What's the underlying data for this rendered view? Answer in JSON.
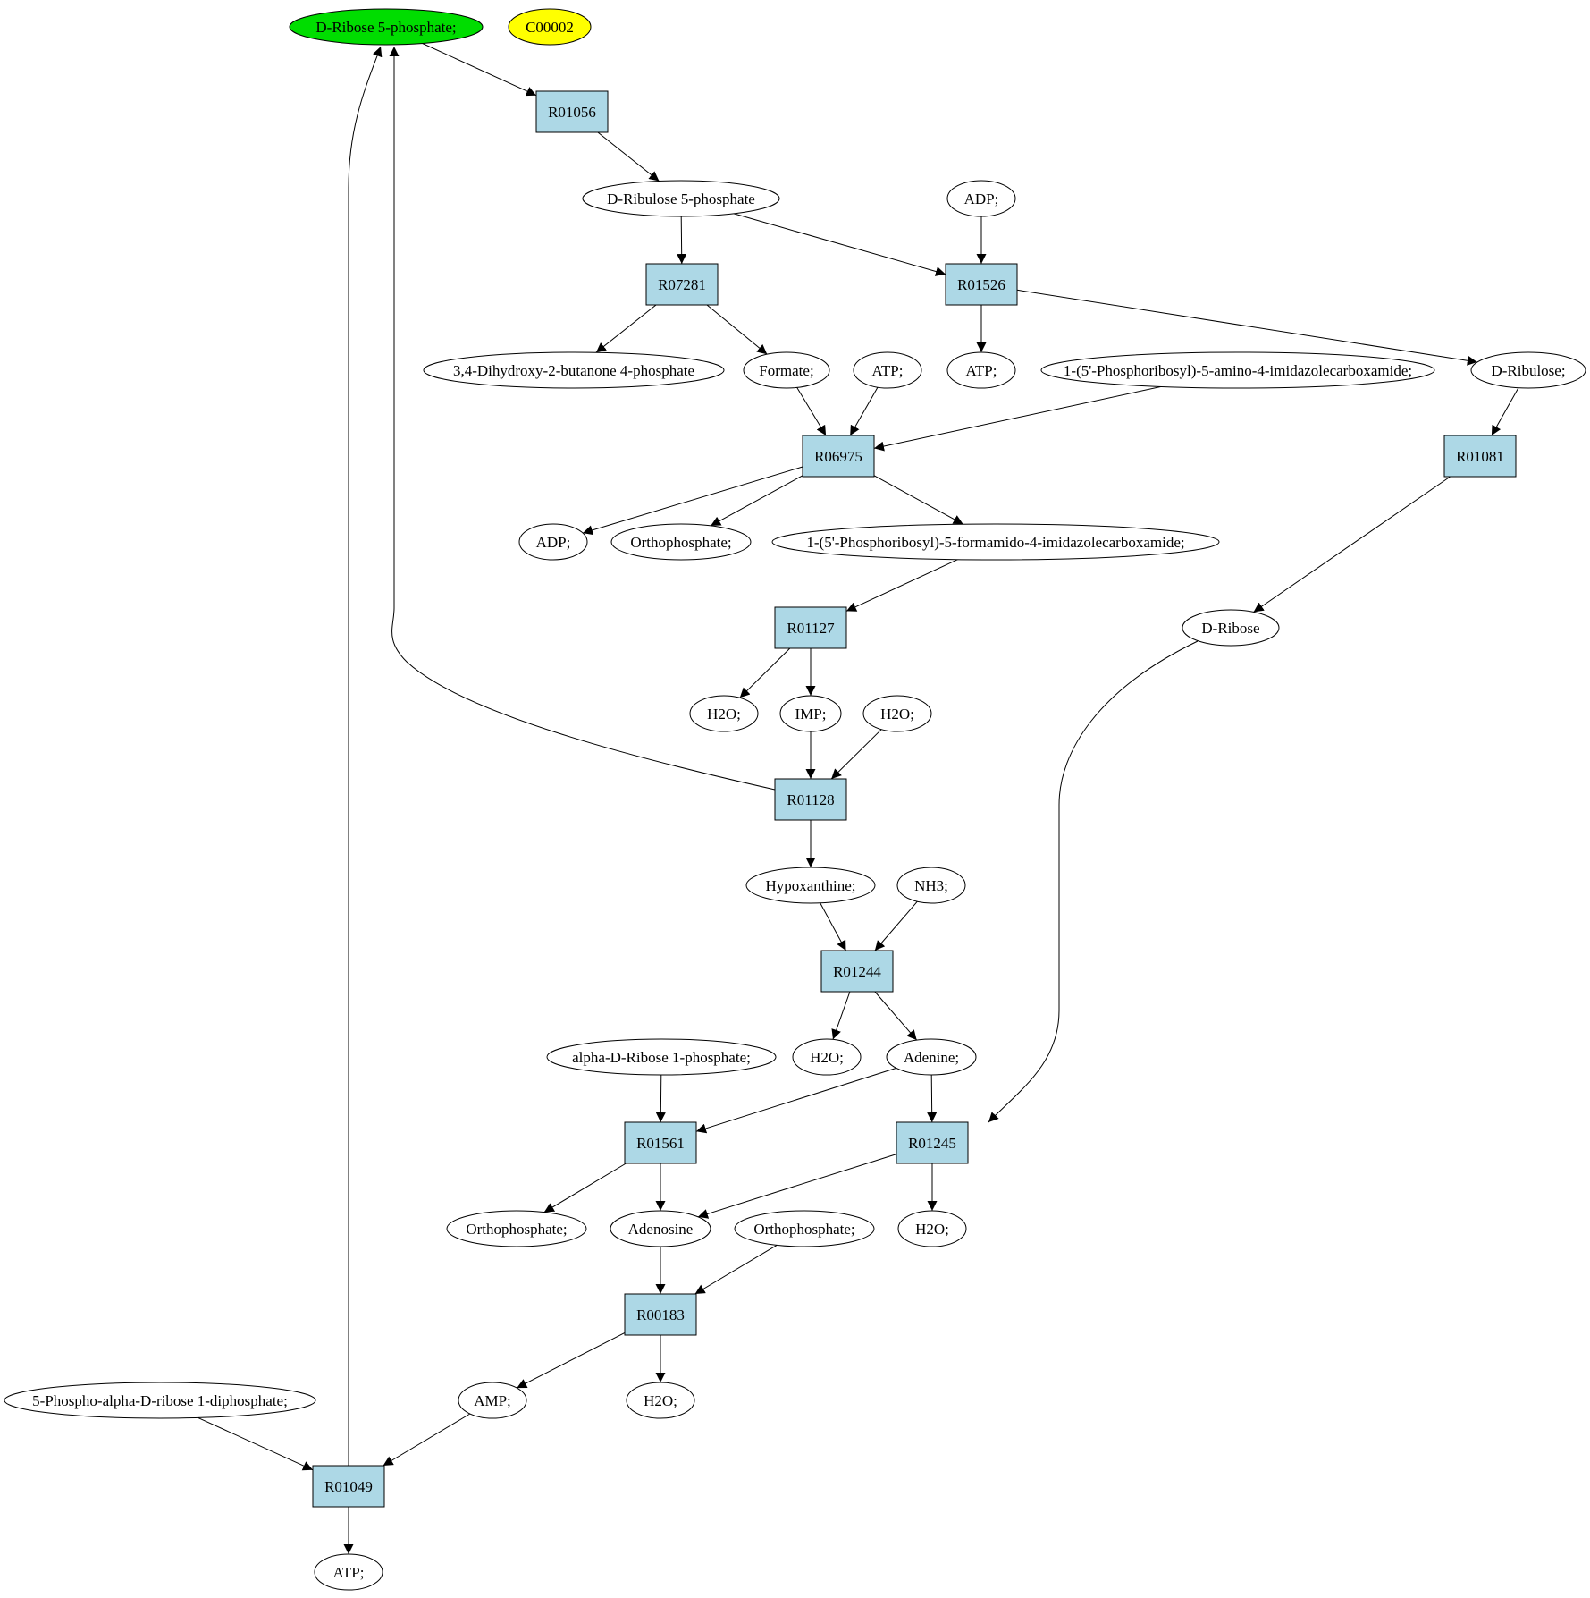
{
  "colors": {
    "background": "#ffffff",
    "compound_fill": "#ffffff",
    "highlight_compound_fill": "#00dd00",
    "query_compound_fill": "#ffff00",
    "reaction_fill": "#add8e6",
    "stroke": "#000000"
  },
  "nodes": [
    {
      "id": "ribose5p",
      "kind": "compound",
      "label": "D-Ribose 5-phosphate;",
      "color": "#00dd00"
    },
    {
      "id": "c00002",
      "kind": "compound",
      "label": "C00002",
      "color": "#ffff00"
    },
    {
      "id": "r01056",
      "kind": "reaction",
      "label": "R01056"
    },
    {
      "id": "ribulose5p",
      "kind": "compound",
      "label": "D-Ribulose 5-phosphate"
    },
    {
      "id": "adp_top",
      "kind": "compound",
      "label": "ADP;"
    },
    {
      "id": "r07281",
      "kind": "reaction",
      "label": "R07281"
    },
    {
      "id": "r01526",
      "kind": "reaction",
      "label": "R01526"
    },
    {
      "id": "dhbp",
      "kind": "compound",
      "label": "3,4-Dihydroxy-2-butanone 4-phosphate"
    },
    {
      "id": "formate",
      "kind": "compound",
      "label": "Formate;"
    },
    {
      "id": "atp_mid",
      "kind": "compound",
      "label": "ATP;"
    },
    {
      "id": "atp_right",
      "kind": "compound",
      "label": "ATP;"
    },
    {
      "id": "aicar",
      "kind": "compound",
      "label": "1-(5'-Phosphoribosyl)-5-amino-4-imidazolecarboxamide;"
    },
    {
      "id": "ribulose",
      "kind": "compound",
      "label": "D-Ribulose;"
    },
    {
      "id": "r06975",
      "kind": "reaction",
      "label": "R06975"
    },
    {
      "id": "r01081",
      "kind": "reaction",
      "label": "R01081"
    },
    {
      "id": "adp_mid",
      "kind": "compound",
      "label": "ADP;"
    },
    {
      "id": "ortho1",
      "kind": "compound",
      "label": "Orthophosphate;"
    },
    {
      "id": "faicar",
      "kind": "compound",
      "label": "1-(5'-Phosphoribosyl)-5-formamido-4-imidazolecarboxamide;"
    },
    {
      "id": "r01127",
      "kind": "reaction",
      "label": "R01127"
    },
    {
      "id": "dribose",
      "kind": "compound",
      "label": "D-Ribose"
    },
    {
      "id": "h2o_a",
      "kind": "compound",
      "label": "H2O;"
    },
    {
      "id": "imp",
      "kind": "compound",
      "label": "IMP;"
    },
    {
      "id": "h2o_b",
      "kind": "compound",
      "label": "H2O;"
    },
    {
      "id": "r01128",
      "kind": "reaction",
      "label": "R01128"
    },
    {
      "id": "hypox",
      "kind": "compound",
      "label": "Hypoxanthine;"
    },
    {
      "id": "nh3",
      "kind": "compound",
      "label": "NH3;"
    },
    {
      "id": "r01244",
      "kind": "reaction",
      "label": "R01244"
    },
    {
      "id": "h2o_c",
      "kind": "compound",
      "label": "H2O;"
    },
    {
      "id": "adenine",
      "kind": "compound",
      "label": "Adenine;"
    },
    {
      "id": "ar1p",
      "kind": "compound",
      "label": "alpha-D-Ribose 1-phosphate;"
    },
    {
      "id": "r01561",
      "kind": "reaction",
      "label": "R01561"
    },
    {
      "id": "r01245",
      "kind": "reaction",
      "label": "R01245"
    },
    {
      "id": "ortho2",
      "kind": "compound",
      "label": "Orthophosphate;"
    },
    {
      "id": "adenosine",
      "kind": "compound",
      "label": "Adenosine"
    },
    {
      "id": "ortho3",
      "kind": "compound",
      "label": "Orthophosphate;"
    },
    {
      "id": "h2o_d",
      "kind": "compound",
      "label": "H2O;"
    },
    {
      "id": "r00183",
      "kind": "reaction",
      "label": "R00183"
    },
    {
      "id": "prpp",
      "kind": "compound",
      "label": "5-Phospho-alpha-D-ribose 1-diphosphate;"
    },
    {
      "id": "amp",
      "kind": "compound",
      "label": "AMP;"
    },
    {
      "id": "h2o_e",
      "kind": "compound",
      "label": "H2O;"
    },
    {
      "id": "r01049",
      "kind": "reaction",
      "label": "R01049"
    },
    {
      "id": "atp_bottom",
      "kind": "compound",
      "label": "ATP;"
    }
  ],
  "edges": [
    {
      "from": "ribose5p",
      "to": "r01056"
    },
    {
      "from": "r01056",
      "to": "ribulose5p"
    },
    {
      "from": "ribulose5p",
      "to": "r07281"
    },
    {
      "from": "ribulose5p",
      "to": "r01526"
    },
    {
      "from": "adp_top",
      "to": "r01526"
    },
    {
      "from": "r07281",
      "to": "dhbp"
    },
    {
      "from": "r07281",
      "to": "formate"
    },
    {
      "from": "r01526",
      "to": "atp_right"
    },
    {
      "from": "r01526",
      "to": "ribulose"
    },
    {
      "from": "formate",
      "to": "r06975"
    },
    {
      "from": "atp_mid",
      "to": "r06975"
    },
    {
      "from": "aicar",
      "to": "r06975"
    },
    {
      "from": "ribulose",
      "to": "r01081"
    },
    {
      "from": "r06975",
      "to": "adp_mid"
    },
    {
      "from": "r06975",
      "to": "ortho1"
    },
    {
      "from": "r06975",
      "to": "faicar"
    },
    {
      "from": "r01081",
      "to": "dribose"
    },
    {
      "from": "faicar",
      "to": "r01127"
    },
    {
      "from": "r01127",
      "to": "h2o_a"
    },
    {
      "from": "r01127",
      "to": "imp"
    },
    {
      "from": "imp",
      "to": "r01128"
    },
    {
      "from": "h2o_b",
      "to": "r01128"
    },
    {
      "from": "r01128",
      "to": "ribose5p"
    },
    {
      "from": "r01128",
      "to": "hypox"
    },
    {
      "from": "hypox",
      "to": "r01244"
    },
    {
      "from": "nh3",
      "to": "r01244"
    },
    {
      "from": "r01244",
      "to": "h2o_c"
    },
    {
      "from": "r01244",
      "to": "adenine"
    },
    {
      "from": "dribose",
      "to": "r01245"
    },
    {
      "from": "ar1p",
      "to": "r01561"
    },
    {
      "from": "adenine",
      "to": "r01561"
    },
    {
      "from": "adenine",
      "to": "r01245"
    },
    {
      "from": "r01561",
      "to": "ortho2"
    },
    {
      "from": "r01561",
      "to": "adenosine"
    },
    {
      "from": "r01245",
      "to": "adenosine"
    },
    {
      "from": "r01245",
      "to": "h2o_d"
    },
    {
      "from": "adenosine",
      "to": "r00183"
    },
    {
      "from": "ortho3",
      "to": "r00183"
    },
    {
      "from": "r00183",
      "to": "amp"
    },
    {
      "from": "r00183",
      "to": "h2o_e"
    },
    {
      "from": "prpp",
      "to": "r01049"
    },
    {
      "from": "amp",
      "to": "r01049"
    },
    {
      "from": "r01049",
      "to": "ribose5p"
    },
    {
      "from": "r01049",
      "to": "atp_bottom"
    }
  ]
}
